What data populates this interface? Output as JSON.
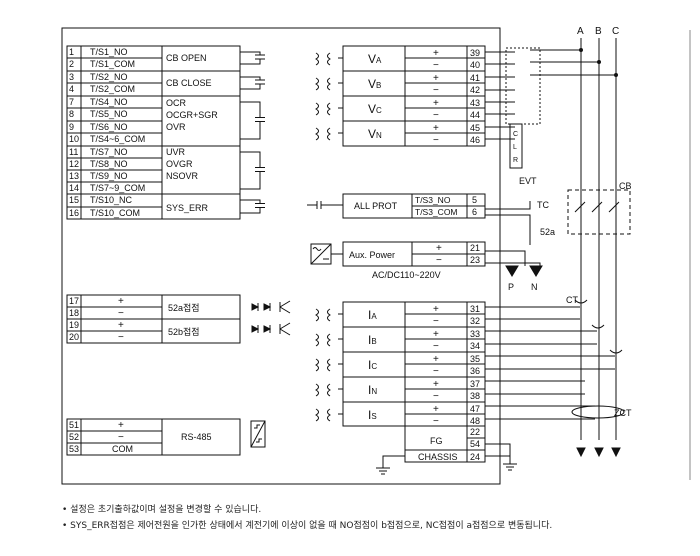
{
  "trip_terminals": [
    {
      "no": "1",
      "label": "T/S1_NO"
    },
    {
      "no": "2",
      "label": "T/S1_COM"
    },
    {
      "no": "3",
      "label": "T/S2_NO"
    },
    {
      "no": "4",
      "label": "T/S2_COM"
    },
    {
      "no": "7",
      "label": "T/S4_NO"
    },
    {
      "no": "8",
      "label": "T/S5_NO"
    },
    {
      "no": "9",
      "label": "T/S6_NO"
    },
    {
      "no": "10",
      "label": "T/S4~6_COM"
    },
    {
      "no": "11",
      "label": "T/S7_NO"
    },
    {
      "no": "12",
      "label": "T/S8_NO"
    },
    {
      "no": "13",
      "label": "T/S9_NO"
    },
    {
      "no": "14",
      "label": "T/S7~9_COM"
    },
    {
      "no": "15",
      "label": "T/S10_NC"
    },
    {
      "no": "16",
      "label": "T/S10_COM"
    }
  ],
  "trip_functions": {
    "cb_open": "CB OPEN",
    "cb_close": "CB CLOSE",
    "ocr": "OCR",
    "ocgr_sgr": "OCGR+SGR",
    "ovr": "OVR",
    "uvr": "UVR",
    "ovgr": "OVGR",
    "nsovr": "NSOVR",
    "sys_err": "SYS_ERR"
  },
  "voltage_inputs": [
    {
      "label": "V",
      "sub": "A",
      "plus_no": "39",
      "minus_no": "40"
    },
    {
      "label": "V",
      "sub": "B",
      "plus_no": "41",
      "minus_no": "42"
    },
    {
      "label": "V",
      "sub": "C",
      "plus_no": "43",
      "minus_no": "44"
    },
    {
      "label": "V",
      "sub": "N",
      "plus_no": "45",
      "minus_no": "46"
    }
  ],
  "current_inputs": [
    {
      "label": "I",
      "sub": "A",
      "plus_no": "31",
      "minus_no": "32"
    },
    {
      "label": "I",
      "sub": "B",
      "plus_no": "33",
      "minus_no": "34"
    },
    {
      "label": "I",
      "sub": "C",
      "plus_no": "35",
      "minus_no": "36"
    },
    {
      "label": "I",
      "sub": "N",
      "plus_no": "37",
      "minus_no": "38"
    },
    {
      "label": "I",
      "sub": "S",
      "plus_no": "47",
      "minus_no": "48"
    }
  ],
  "plus_sign": "+",
  "minus_sign": "−",
  "all_prot": {
    "label": "ALL PROT",
    "t1": "T/S3_NO",
    "t2": "T/S3_COM",
    "n1": "5",
    "n2": "6"
  },
  "aux_power": {
    "label": "Aux. Power",
    "n1": "21",
    "n2": "23",
    "range": "AC/DC110~220V"
  },
  "fg": {
    "label": "FG",
    "n1": "22",
    "n2": "54",
    "chassis": "CHASSIS",
    "n3": "24"
  },
  "di": [
    {
      "no1": "17",
      "no2": "18",
      "label": "52a접점"
    },
    {
      "no1": "19",
      "no2": "20",
      "label": "52b접점"
    }
  ],
  "rs485": {
    "n1": "51",
    "n2": "52",
    "n3": "53",
    "com": "COM",
    "label": "RS-485"
  },
  "phases": [
    "A",
    "B",
    "C"
  ],
  "field_labels": {
    "evt": "EVT",
    "cb": "CB",
    "tc": "TC",
    "c52a": "52a",
    "ct": "CT",
    "zct": "ZCT",
    "p": "P",
    "n": "N",
    "clr": [
      "C",
      "L",
      "R"
    ]
  },
  "notes": [
    "• 설정은 초기출하값이며 설정을 변경할 수 있습니다.",
    "• SYS_ERR접점은 제어전원을 인가한 상태에서 계전기에 이상이 없을 때 NO접점이 b접점으로, NC접점이 a접점으로 변동됩니다."
  ]
}
